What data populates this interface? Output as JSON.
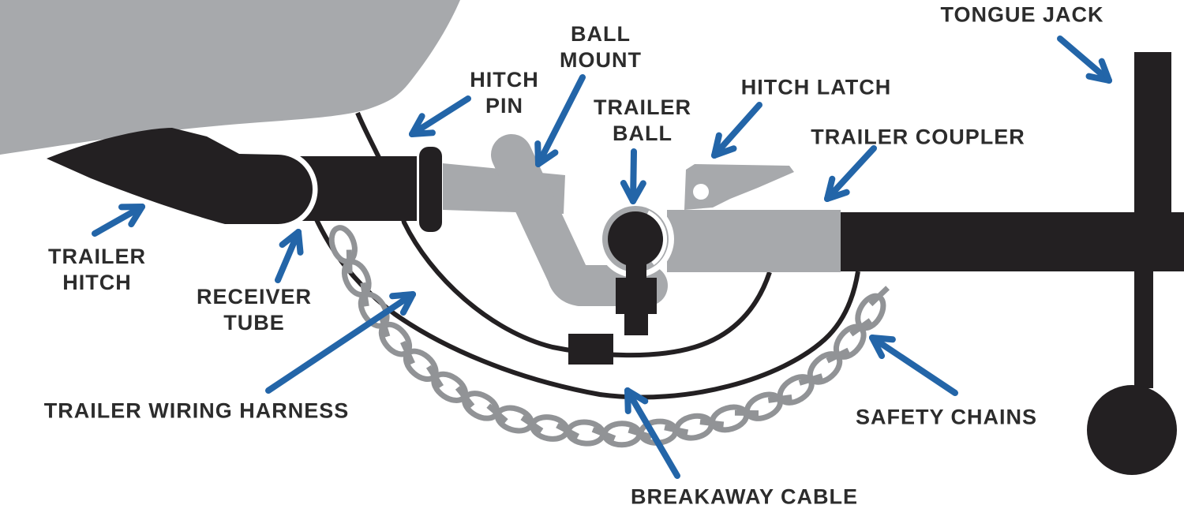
{
  "diagram": {
    "labels": {
      "trailer_hitch": {
        "lines": [
          "TRAILER",
          "HITCH"
        ]
      },
      "receiver_tube": {
        "lines": [
          "RECEIVER",
          "TUBE"
        ]
      },
      "hitch_pin": {
        "lines": [
          "HITCH",
          "PIN"
        ]
      },
      "ball_mount": {
        "lines": [
          "BALL",
          "MOUNT"
        ]
      },
      "trailer_ball": {
        "lines": [
          "TRAILER",
          "BALL"
        ]
      },
      "hitch_latch": {
        "lines": [
          "HITCH LATCH"
        ]
      },
      "trailer_coupler": {
        "lines": [
          "TRAILER COUPLER"
        ]
      },
      "tongue_jack": {
        "lines": [
          "TONGUE JACK"
        ]
      },
      "trailer_wiring_harness": {
        "lines": [
          "TRAILER WIRING HARNESS"
        ]
      },
      "safety_chains": {
        "lines": [
          "SAFETY CHAINS"
        ]
      },
      "breakaway_cable": {
        "lines": [
          "BREAKAWAY CABLE"
        ]
      }
    },
    "colors": {
      "arrow_blue": "#2365a8",
      "part_gray": "#a7a9ac",
      "chain_gray": "#919396",
      "part_black": "#232022",
      "label_text": "#2c2c2c",
      "background": "#ffffff"
    }
  }
}
